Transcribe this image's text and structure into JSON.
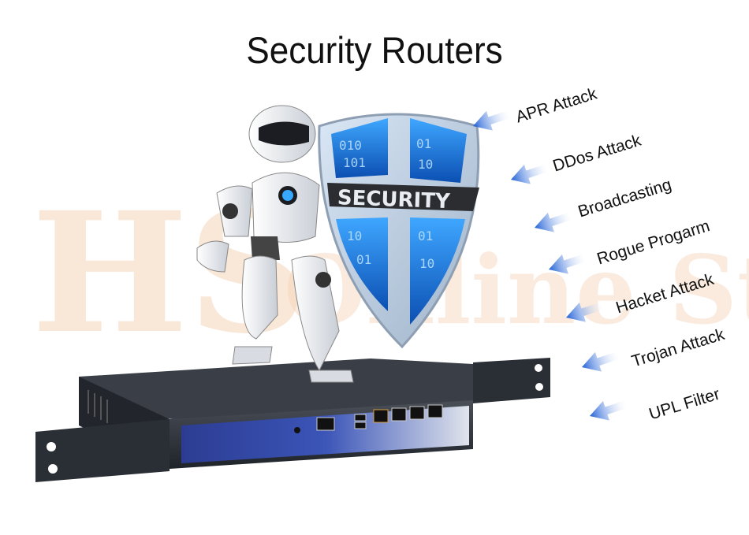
{
  "title": "Security Routers",
  "shield_label": "SECURITY",
  "watermark": "HS Online Store",
  "threats": [
    "APR Attack",
    "DDos Attack",
    "Broadcasting",
    "Rogue Progarm",
    "Hacket Attack",
    "Trojan Attack",
    "UPL Filter"
  ],
  "colors": {
    "arrow": "#1f5fd6",
    "shield_blue": "#1e6bd1",
    "chassis": "#2b2f36",
    "faceplate": "#2f3f8f",
    "watermark": "#f3c9a8"
  },
  "icons": [
    "robot-icon",
    "shield-icon",
    "router-icon",
    "arrow-icon"
  ]
}
